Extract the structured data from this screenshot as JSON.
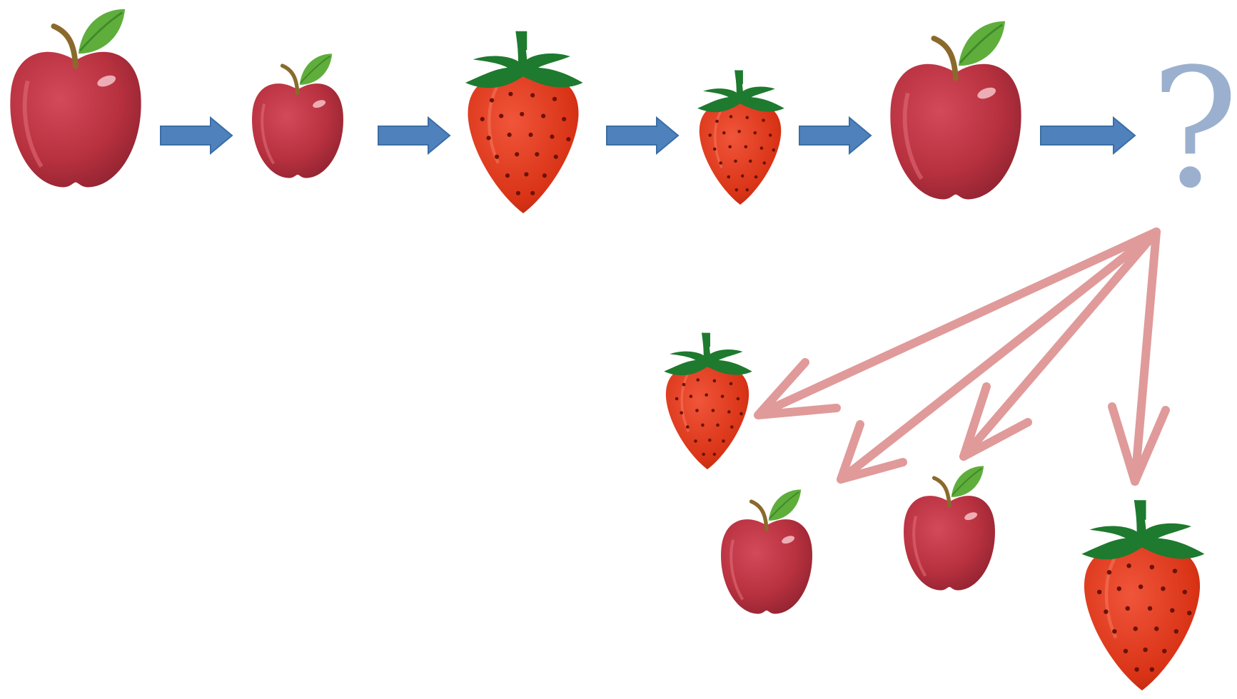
{
  "puzzle": {
    "sequence": [
      {
        "kind": "apple",
        "size": "big"
      },
      {
        "kind": "apple",
        "size": "small"
      },
      {
        "kind": "strawberry",
        "size": "big"
      },
      {
        "kind": "strawberry",
        "size": "small"
      },
      {
        "kind": "apple",
        "size": "big"
      },
      {
        "kind": "unknown",
        "size": ""
      }
    ],
    "unknown_label": "?",
    "options": [
      {
        "kind": "strawberry",
        "size": "small"
      },
      {
        "kind": "apple",
        "size": "small"
      },
      {
        "kind": "apple",
        "size": "small"
      },
      {
        "kind": "strawberry",
        "size": "big"
      }
    ]
  },
  "colors": {
    "sequence_arrow": "#4f81bd",
    "option_arrow": "#e09a9a",
    "question_mark": "#8aa3c6",
    "apple": "#b8313f",
    "strawberry": "#e03a1e",
    "leaf": "#5fae3c",
    "calyx": "#1e7a2e"
  },
  "icons": {
    "apple": "apple-icon",
    "strawberry": "strawberry-icon",
    "question": "question-mark-icon",
    "arrow": "arrow-icon"
  }
}
